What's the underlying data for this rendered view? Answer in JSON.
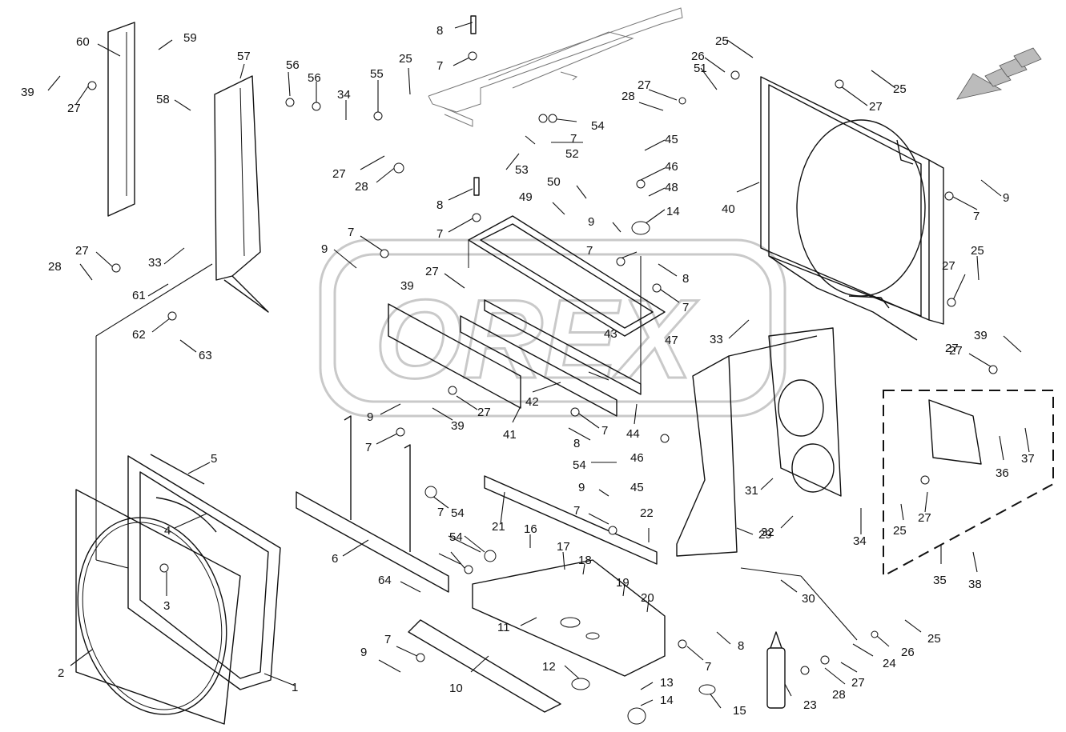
{
  "watermark": {
    "text": "OREX"
  },
  "callouts": [
    "1",
    "2",
    "3",
    "4",
    "5",
    "6",
    "7",
    "8",
    "9",
    "10",
    "11",
    "12",
    "13",
    "14",
    "15",
    "16",
    "17",
    "18",
    "19",
    "20",
    "21",
    "22",
    "23",
    "24",
    "25",
    "26",
    "27",
    "28",
    "29",
    "30",
    "31",
    "32",
    "33",
    "34",
    "35",
    "36",
    "37",
    "38",
    "39",
    "40",
    "41",
    "42",
    "43",
    "44",
    "45",
    "46",
    "47",
    "48",
    "49",
    "50",
    "51",
    "52",
    "53",
    "54",
    "55",
    "56",
    "57",
    "58",
    "59",
    "60",
    "61",
    "62",
    "63",
    "64"
  ],
  "colors": {
    "line": "#111111",
    "watermark": "#c9c9c9",
    "background": "#ffffff"
  }
}
